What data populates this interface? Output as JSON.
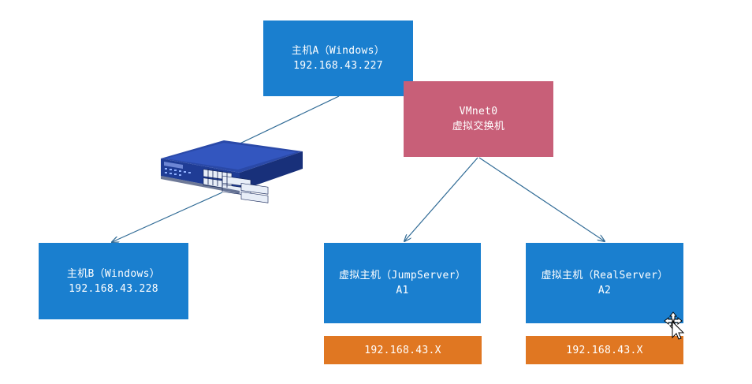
{
  "diagram": {
    "host_a": {
      "name": "主机A（Windows）",
      "ip": "192.168.43.227"
    },
    "vmnet": {
      "name": "VMnet0",
      "desc": "虚拟交换机"
    },
    "host_b": {
      "name": "主机B（Windows）",
      "ip": "192.168.43.228"
    },
    "vm_a1": {
      "name": "虚拟主机（JumpServer）",
      "id": "A1",
      "ip": "192.168.43.X"
    },
    "vm_a2": {
      "name": "虚拟主机（RealServer）",
      "id": "A2",
      "ip": "192.168.43.X"
    },
    "switch_icon": "network-switch-icon"
  },
  "colors": {
    "host_box": "#1a7fcf",
    "vmnet_box": "#c85f78",
    "ip_box": "#e07722",
    "connector": "#2f6a95"
  }
}
